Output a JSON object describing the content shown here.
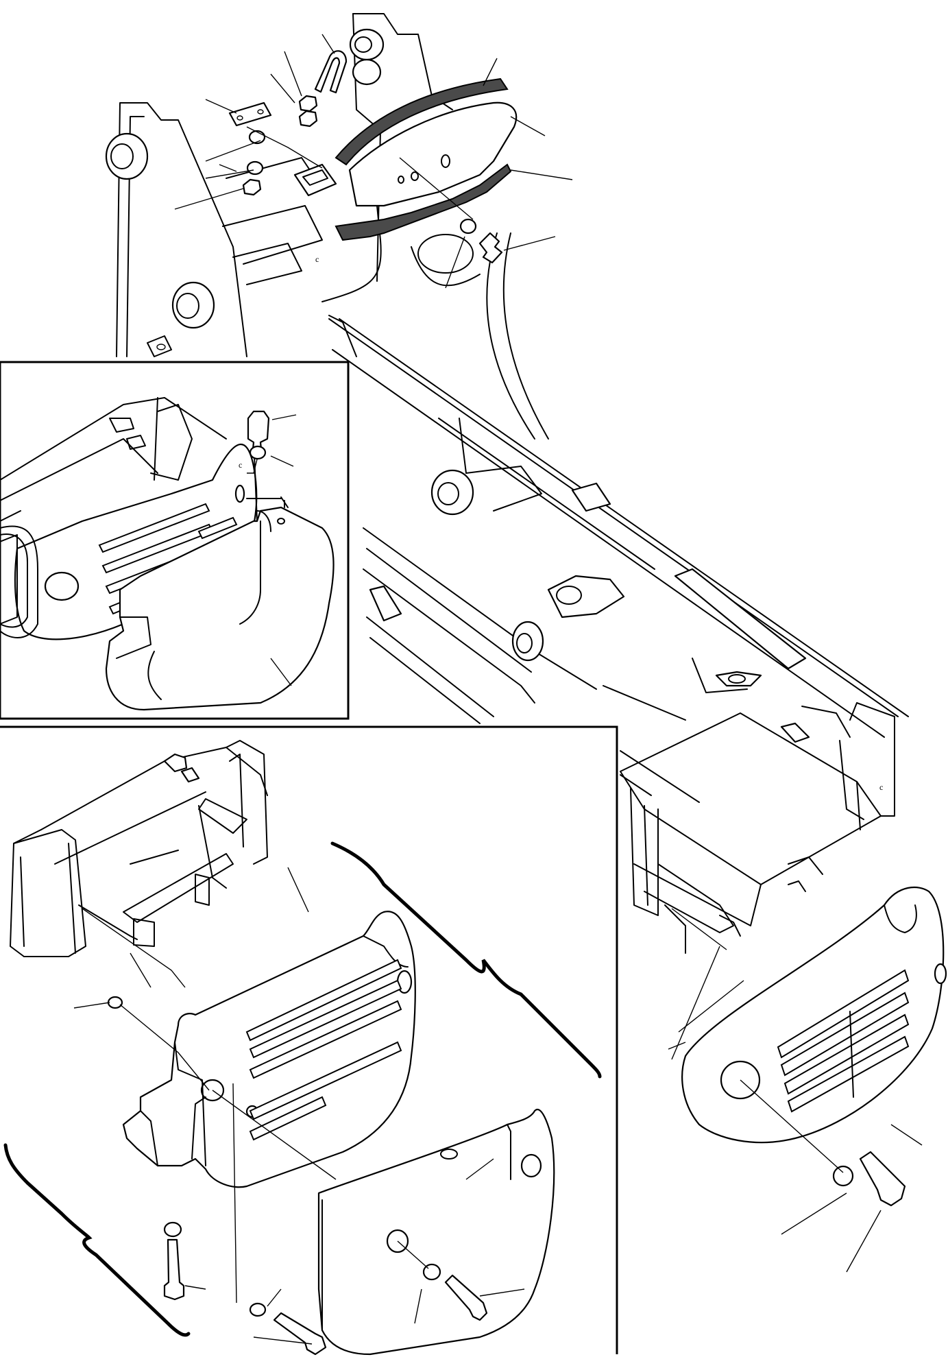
{
  "figure": {
    "title": "",
    "small_marks": [
      "c",
      "c",
      "c"
    ],
    "footer_label": ""
  }
}
